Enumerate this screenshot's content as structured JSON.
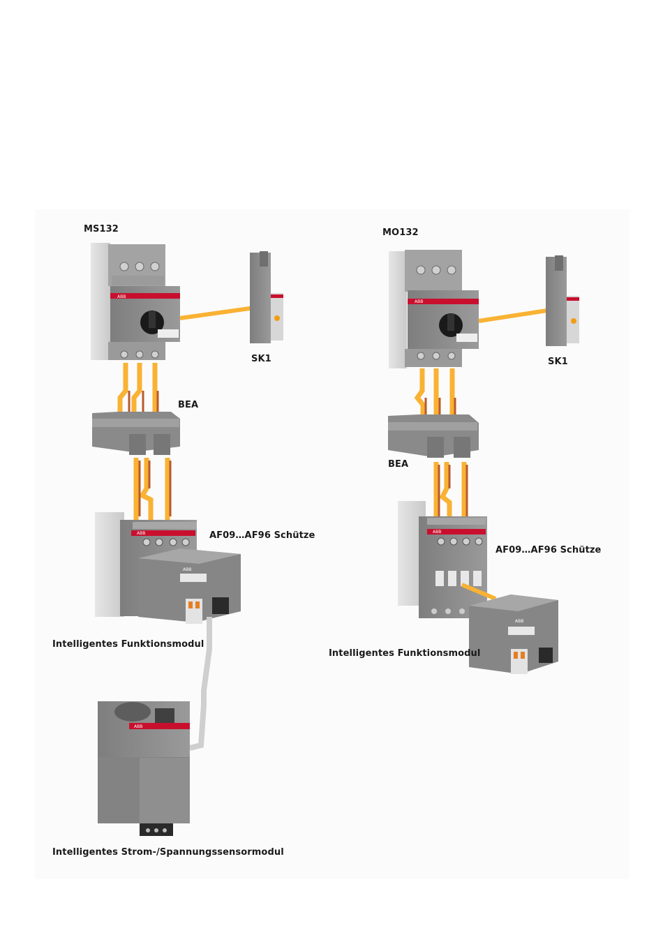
{
  "left": {
    "starter_label": "MS132",
    "aux_label": "SK1",
    "adapter_label": "BEA",
    "contactor_label": "AF09…AF96 Schütze",
    "function_module_label": "Intelligentes Funktionsmodul",
    "sensor_module_label": "Intelligentes Strom-/Spannungssensormodul"
  },
  "right": {
    "starter_label": "MO132",
    "aux_label": "SK1",
    "adapter_label": "BEA",
    "contactor_label": "AF09…AF96 Schütze",
    "function_module_label": "Intelligentes Funktionsmodul"
  },
  "colors": {
    "connector": "#f9b233",
    "device_body": "#8c8c8c",
    "device_light": "#d9d9d9",
    "brand_band": "#c8102e",
    "copper": "#b85a2e"
  },
  "brand_text": "ABB"
}
